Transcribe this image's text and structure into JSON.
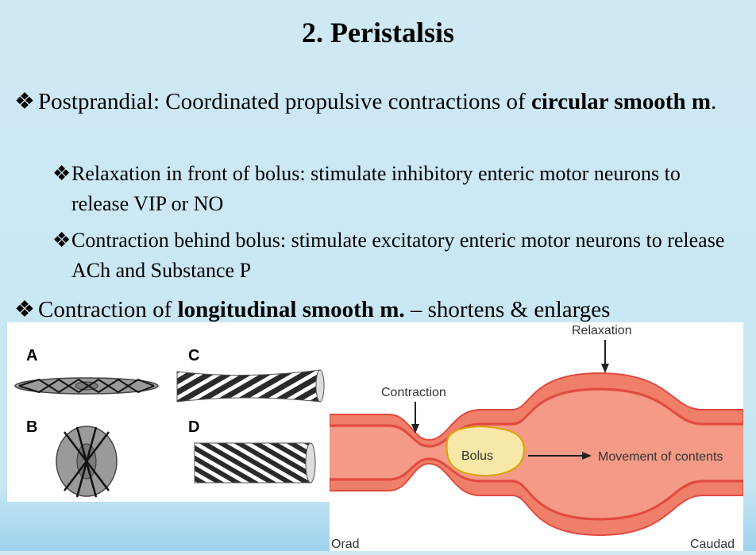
{
  "title": "2. Peristalsis",
  "bullets": [
    {
      "prefix": "Postprandial: Coordinated propulsive contractions of ",
      "bold": "circular smooth m",
      "suffix": ".",
      "sub": [
        {
          "text": "Relaxation in front of bolus: stimulate inhibitory enteric motor neurons to release VIP or NO"
        },
        {
          "text": "Contraction behind bolus: stimulate excitatory enteric motor neurons to release ACh and Substance P"
        }
      ]
    },
    {
      "prefix": "Contraction of ",
      "bold": "longitudinal smooth m.",
      "suffix": " – shortens & enlarges"
    }
  ],
  "marker": "❖",
  "figure_left": {
    "labels": [
      "A",
      "B",
      "C",
      "D"
    ]
  },
  "figure_right": {
    "relaxation": "Relaxation",
    "contraction": "Contraction",
    "bolus": "Bolus",
    "movement": "Movement of contents",
    "orad": "Orad",
    "caudad": "Caudad"
  },
  "colors": {
    "tube_fill": "#f07f6a",
    "tube_wall": "#e04a3f",
    "bolus_fill": "#f8e8a8",
    "bolus_border": "#d9a400"
  }
}
